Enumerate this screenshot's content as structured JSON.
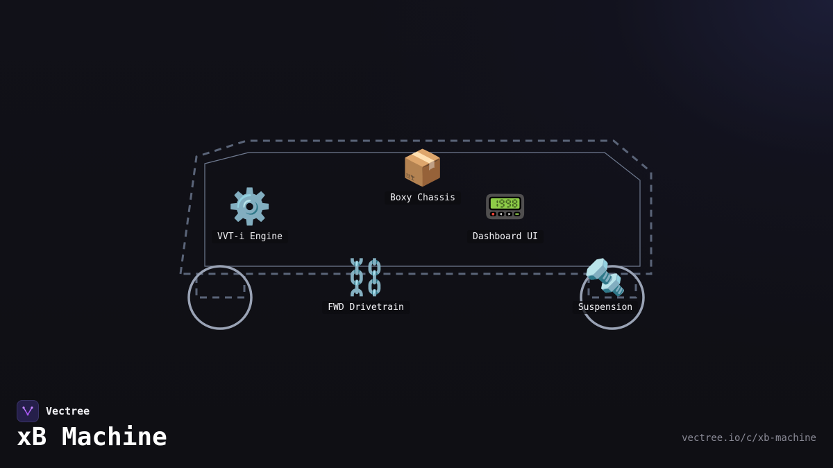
{
  "brand": {
    "name": "Vectree",
    "accent": "#a855f7"
  },
  "title": "xB Machine",
  "url": "vectree.io/c/xb-machine",
  "components": {
    "engine": {
      "label": "VVT-i Engine",
      "icon": "⚙️"
    },
    "chassis": {
      "label": "Boxy Chassis",
      "icon": "📦"
    },
    "dashboard": {
      "label": "Dashboard UI",
      "icon": "📟"
    },
    "drivetrain": {
      "label": "FWD Drivetrain",
      "icon": "⛓️"
    },
    "suspension": {
      "label": "Suspension",
      "icon": "🔩"
    }
  },
  "colors": {
    "outline_dashed": "#5a6478",
    "outline_inner": "#6f7a90",
    "wheel": "#9aa3b5",
    "background": "#0f0f14"
  }
}
